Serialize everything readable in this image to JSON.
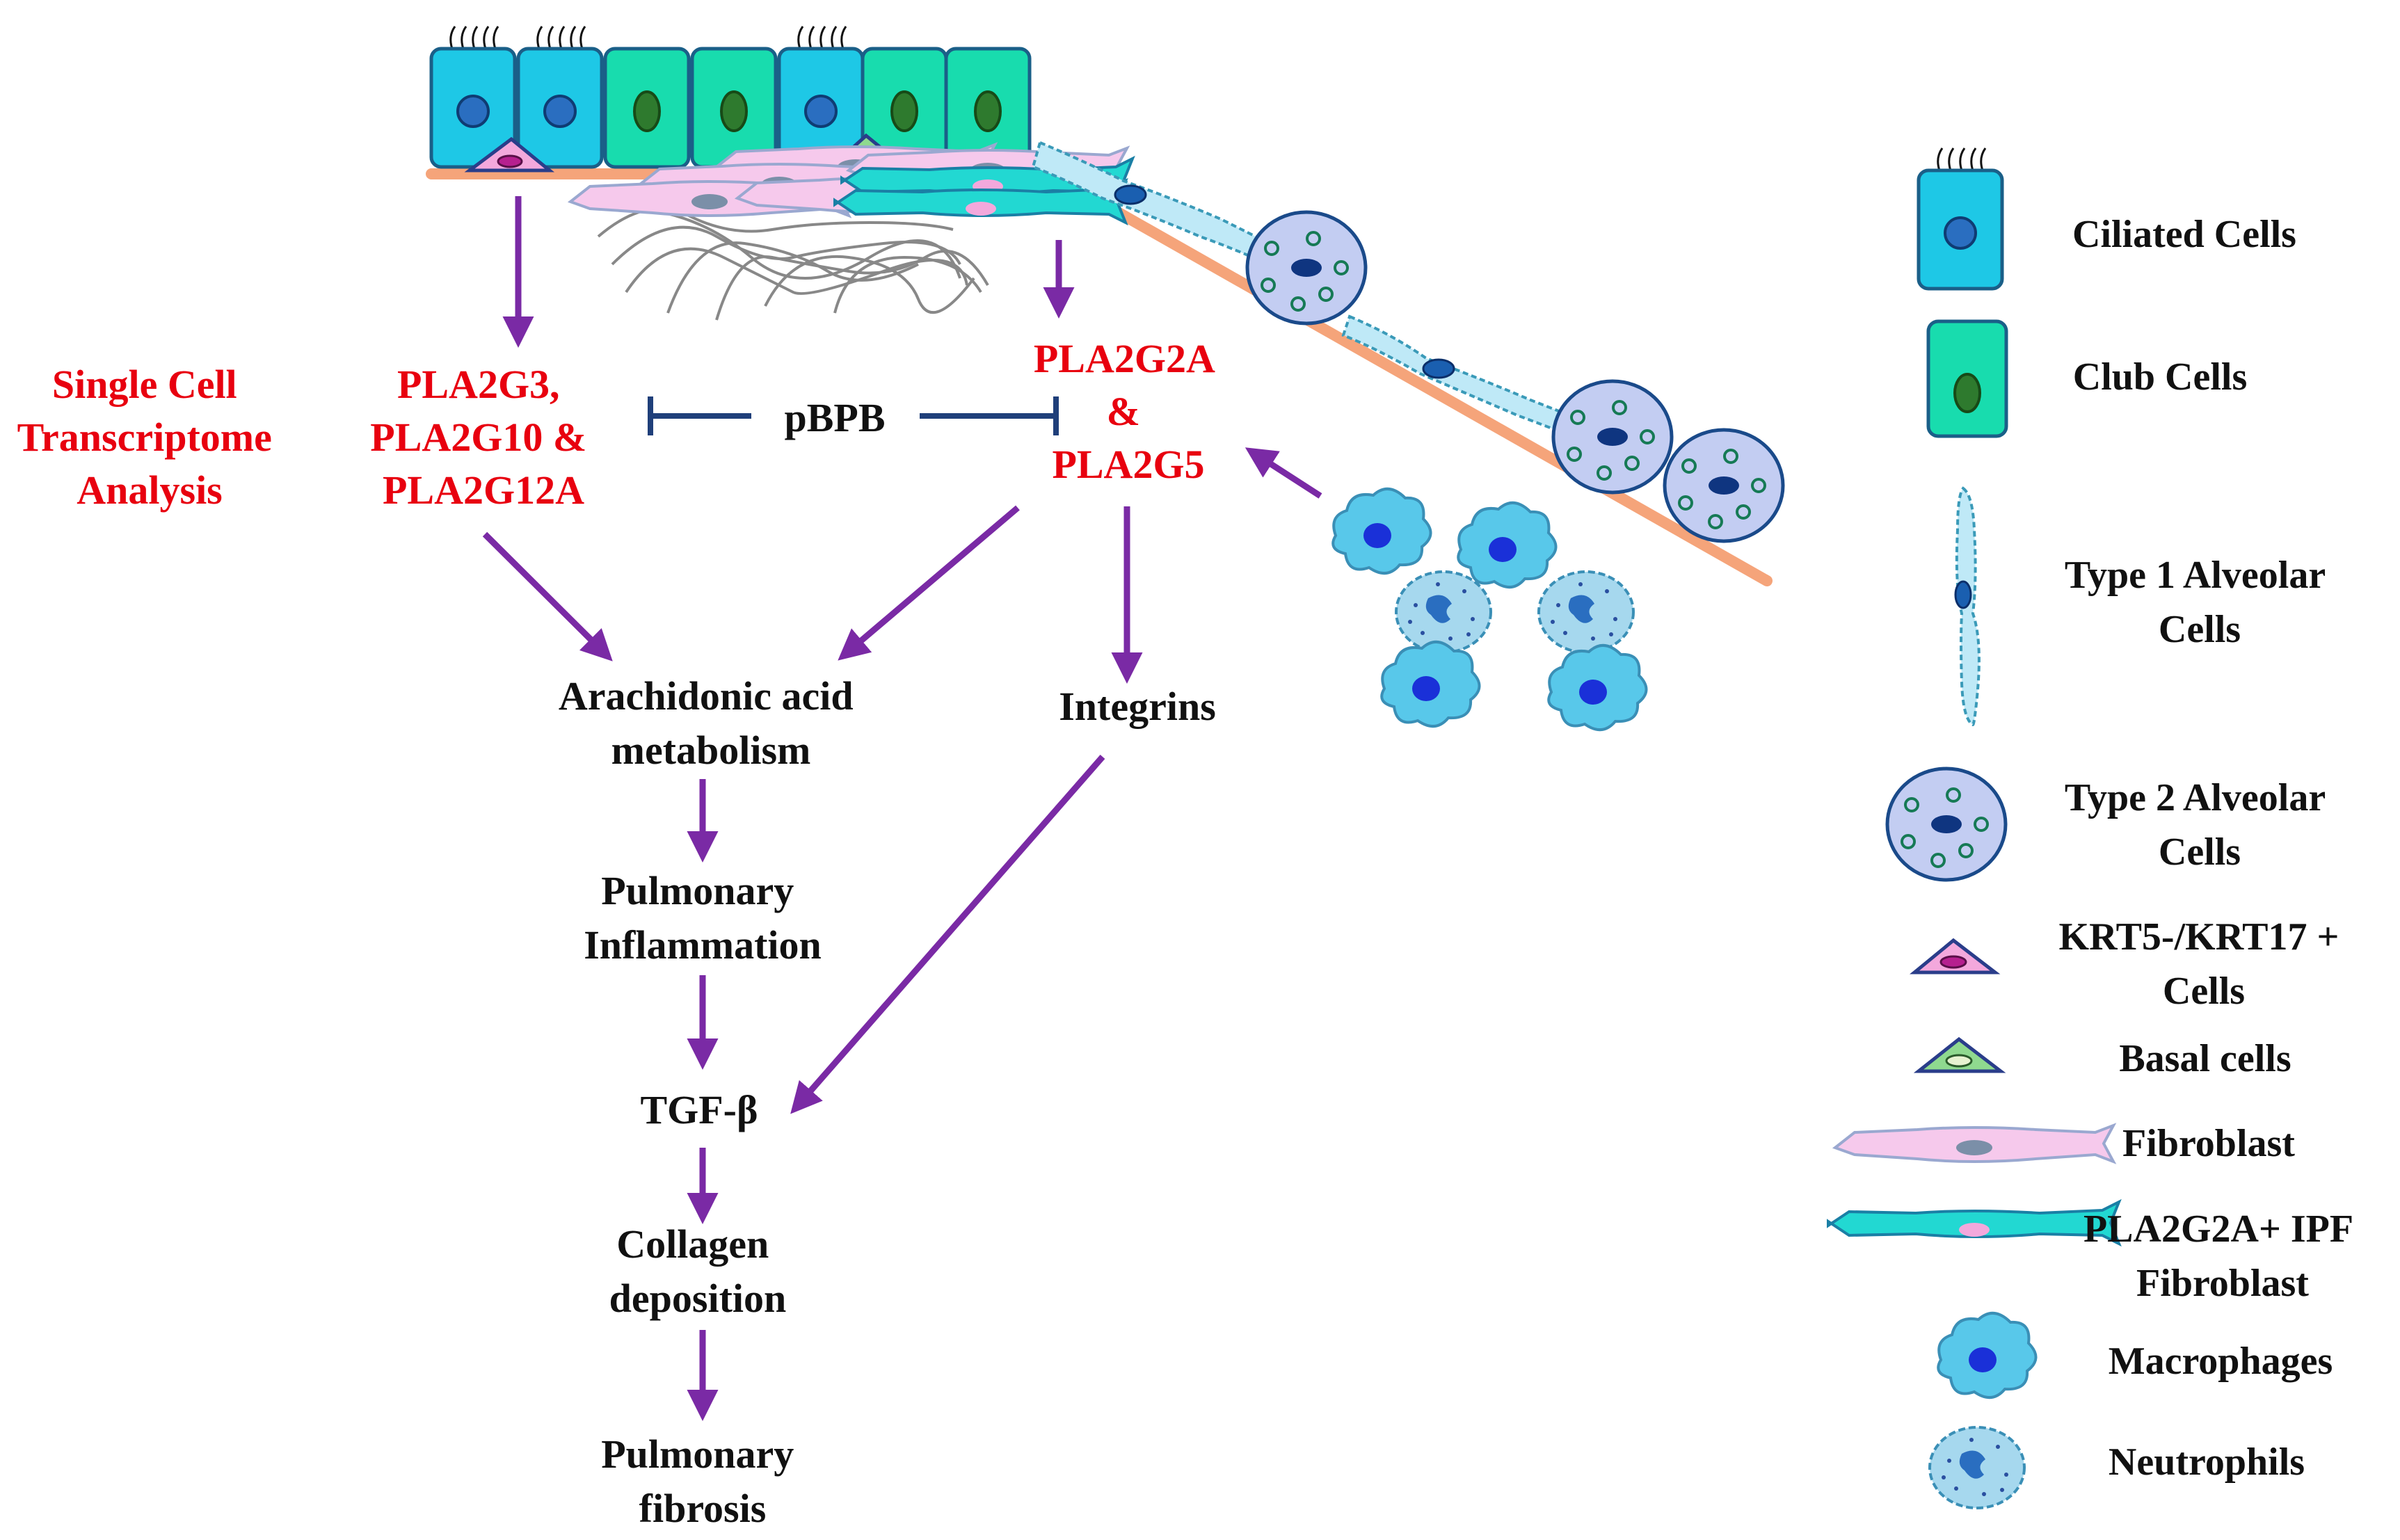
{
  "colors": {
    "arrow": "#7a2aa5",
    "inhibit": "#1f3f7a",
    "red_text": "#e8000f",
    "black_text": "#111111",
    "membrane": "#f5a47a",
    "ciliated": "#1ec8e6",
    "club": "#18dcae",
    "alveolar": "#bfe9f7",
    "type2": "#c3cdf2",
    "krt": "#f3a8dc",
    "basal": "#8fd98f",
    "fibroblast": "#f6c9ec",
    "ipf_fibroblast": "#22d8d2",
    "macrophage": "#58c8ea",
    "neutrophil": "#a6d8ee"
  },
  "labels": {
    "single_cell": [
      "Single Cell",
      "Transcriptome",
      "Analysis"
    ],
    "pla2g3": [
      "PLA2G3,",
      "PLA2G10 &",
      "PLA2G12A"
    ],
    "pla2g2a": [
      "PLA2G2A",
      "&",
      "PLA2G5"
    ],
    "pbpb": "pBPB",
    "arachidonic": [
      "Arachidonic acid",
      "metabolism"
    ],
    "integrins": "Integrins",
    "inflammation": [
      "Pulmonary",
      "Inflammation"
    ],
    "tgf": "TGF-β",
    "collagen": [
      "Collagen",
      "deposition"
    ],
    "fibrosis": [
      "Pulmonary",
      "fibrosis"
    ]
  },
  "legend": [
    {
      "icon": "ciliated-cell-icon",
      "lines": [
        "Ciliated Cells"
      ]
    },
    {
      "icon": "club-cell-icon",
      "lines": [
        "Club Cells"
      ]
    },
    {
      "icon": "type1-alveolar-cell-icon",
      "lines": [
        "Type 1 Alveolar",
        "Cells"
      ]
    },
    {
      "icon": "type2-alveolar-cell-icon",
      "lines": [
        "Type 2 Alveolar",
        "Cells"
      ]
    },
    {
      "icon": "krt-cell-icon",
      "lines": [
        "KRT5-/KRT17 +",
        "Cells"
      ]
    },
    {
      "icon": "basal-cell-icon",
      "lines": [
        "Basal cells"
      ]
    },
    {
      "icon": "fibroblast-icon",
      "lines": [
        "Fibroblast"
      ]
    },
    {
      "icon": "ipf-fibroblast-icon",
      "lines": [
        "PLA2G2A+ IPF",
        "Fibroblast"
      ]
    },
    {
      "icon": "macrophage-icon",
      "lines": [
        "Macrophages"
      ]
    },
    {
      "icon": "neutrophil-icon",
      "lines": [
        "Neutrophils"
      ]
    }
  ]
}
